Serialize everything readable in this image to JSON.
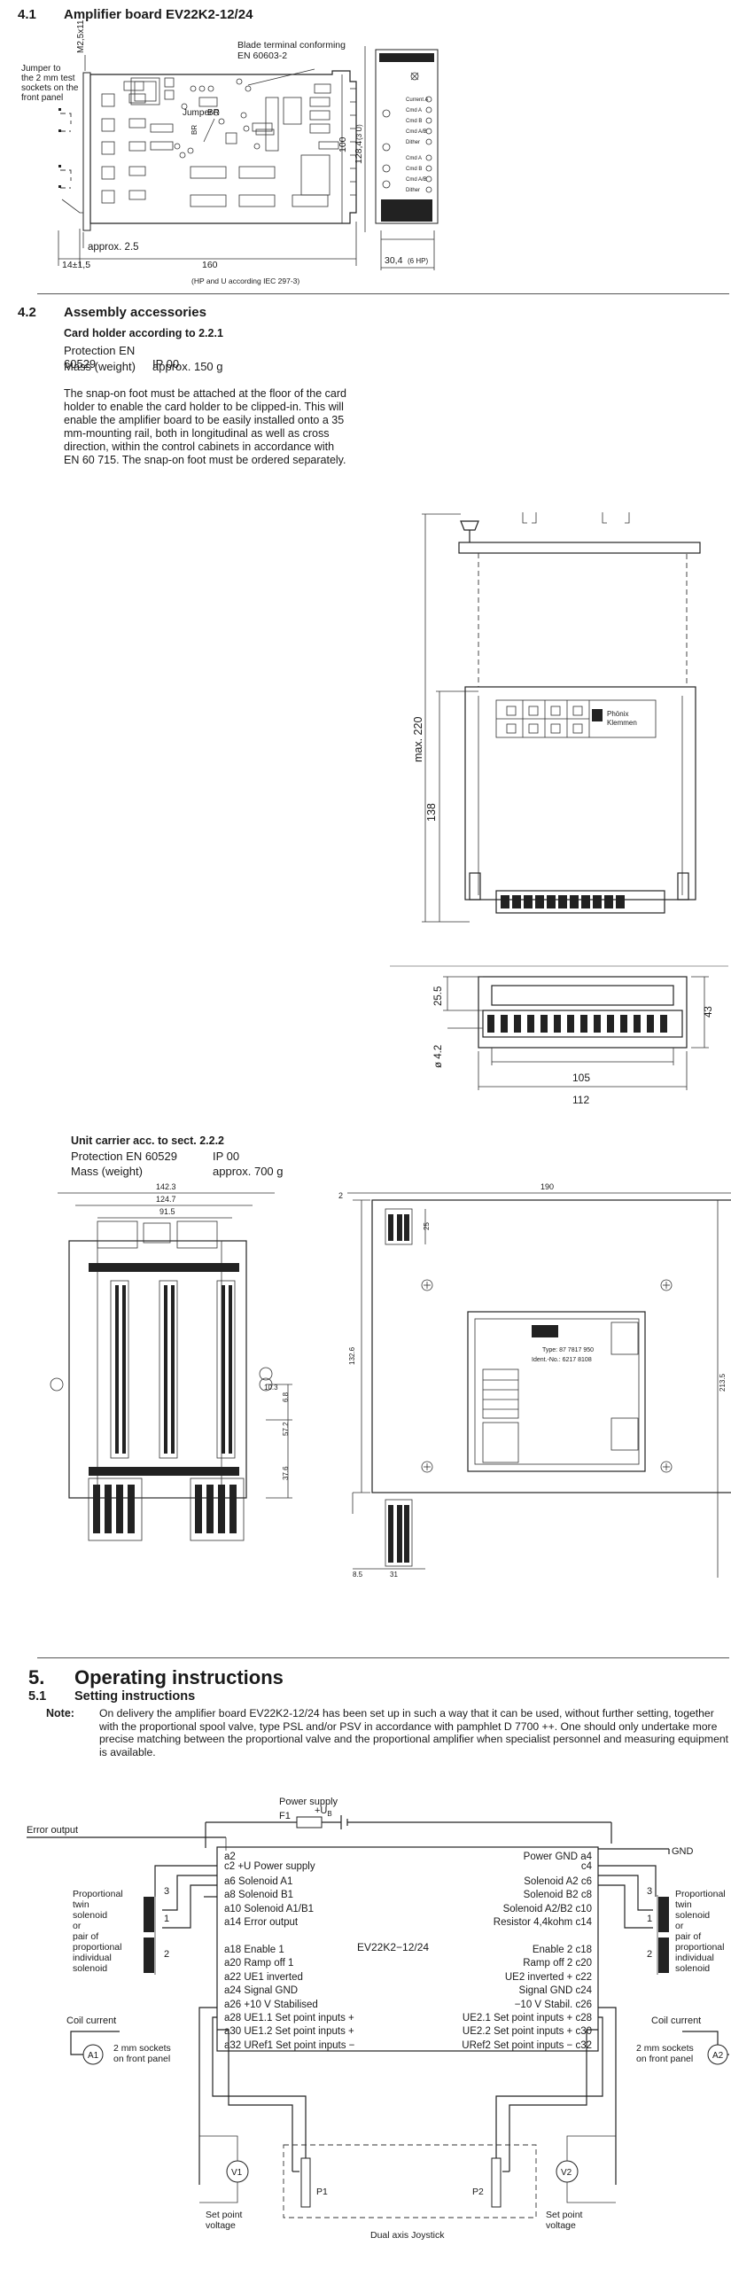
{
  "s41": {
    "num": "4.1",
    "title": "Amplifier board EV22K2-12/24",
    "m25": "M2,5x11",
    "jumper_note": "Jumper to\nthe 2 mm test\nsockets on the\nfront panel",
    "blade_note": "Blade terminal conforming\nEN 60603-2",
    "jumper": "Jumper",
    "br": "BR",
    "dim_100": "100",
    "dim_128": "128,4",
    "dim_3u": "(3 U)",
    "approx": "approx. 2.5",
    "dim_14": "14±1,5",
    "dim_160": "160",
    "dim_30": "30,4",
    "dim_6hp": "(6 HP)",
    "hp_note": "(HP and U according IEC 297-3)"
  },
  "s42": {
    "num": "4.2",
    "title": "Assembly accessories",
    "cardholder": {
      "title": "Card holder according to 2.2.1",
      "rows": [
        {
          "k": "Protection EN 60529",
          "v": "IP 00"
        },
        {
          "k": "Mass (weight)",
          "v": "approx. 150 g"
        }
      ],
      "para": "The snap-on foot must be attached at the floor of the card holder to enable the card holder to be clipped-in. This will enable the amplifier board to be easily installed onto a 35 mm-mounting rail, both in longitudinal as well as cross direction, within the control cabinets in accordance with EN 60 715. The snap-on foot must be ordered separately."
    },
    "drawing": {
      "max220": "max. 220",
      "d138": "138",
      "brand": "Phönix\nKlemmen",
      "d255": "25.5",
      "d43": "43",
      "d42": "ø 4.2",
      "d105": "105",
      "d112": "112"
    },
    "carrier": {
      "title": "Unit carrier acc. to sect. 2.2.2",
      "rows": [
        {
          "k": "Protection EN 60529",
          "v": "IP 00"
        },
        {
          "k": "Mass (weight)",
          "v": "approx. 700 g"
        }
      ],
      "d1423": "142.3",
      "d1247": "124.7",
      "d915": "91.5",
      "d2": "2",
      "d190": "190",
      "d103": "10.3",
      "d68": "6.8",
      "d572": "57.2",
      "d376": "37.6",
      "d1326": "132.6",
      "d2135": "213.5",
      "d85": "8.5",
      "d31": "31",
      "d25": "25",
      "label_type": "Type: 87 7817 950",
      "label_ident": "Ident.-No.: 6217 8108"
    }
  },
  "s5": {
    "num": "5.",
    "title": "Operating instructions",
    "sub_num": "5.1",
    "sub_title": "Setting instructions",
    "note_label": "Note:",
    "note": "On delivery the amplifier board EV22K2-12/24 has been set up in such a way that it can be used, without further setting, together with the proportional spool valve, type PSL and/or PSV in accordance with pamphlet D 7700 ++. One should only undertake more precise matching between the proportional valve and the proportional amplifier when specialist personnel and measuring equipment is available."
  },
  "circuit": {
    "power_supply": "Power supply",
    "f1": "F1",
    "ub": "+U",
    "ub_sub": "B",
    "error_output": "Error output",
    "gnd": "GND",
    "prop_left": "Proportional\ntwin\nsolenoid\nor\npair of\nproportional\nindividual\nsolenoid",
    "prop_right": "Proportional\ntwin\nsolenoid\nor\npair of\nproportional\nindividual\nsolenoid",
    "n3": "3",
    "n1": "1",
    "n2": "2",
    "coil_left": "Coil current",
    "coil_right": "Coil current",
    "sockets_left": "2 mm sockets\non front panel",
    "sockets_right": "2 mm sockets\non front panel",
    "a1": "A1",
    "a2": "A2",
    "v1": "V1",
    "v2": "V2",
    "p1": "P1",
    "p2": "P2",
    "setpoint_left": "Set point\nvoltage",
    "setpoint_right": "Set point\nvoltage",
    "joystick": "Dual axis Joystick",
    "board": "EV22K2−12/24",
    "left_pins": [
      "a2\nc2  +U  Power supply",
      "a6  Solenoid A1",
      "a8  Solenoid B1",
      "a10  Solenoid A1/B1",
      "a14  Error output",
      "",
      "a18  Enable 1",
      "a20  Ramp off 1",
      "a22  UE1  inverted",
      "a24  Signal GND",
      "a26  +10  V  Stabilised",
      "a28  UE1.1  Set point inputs   +",
      "a30  UE1.2  Set point inputs   +",
      "a32  URef1  Set point inputs   −"
    ],
    "right_pins": [
      "Power GND   a4\nc4",
      "Solenoid A2   c6",
      "Solenoid B2   c8",
      "Solenoid A2/B2   c10",
      "Resistor  4,4kohm  c14",
      "",
      "Enable 2  c18",
      "Ramp off 2  c20",
      "UE2  inverted   +  c22",
      "Signal GND  c24",
      "−10  V Stabil.   c26",
      "UE2.1  Set point inputs   +  c28",
      "UE2.2  Set point inputs   +  c30",
      "URef2  Set point inputs   −  c32"
    ]
  }
}
